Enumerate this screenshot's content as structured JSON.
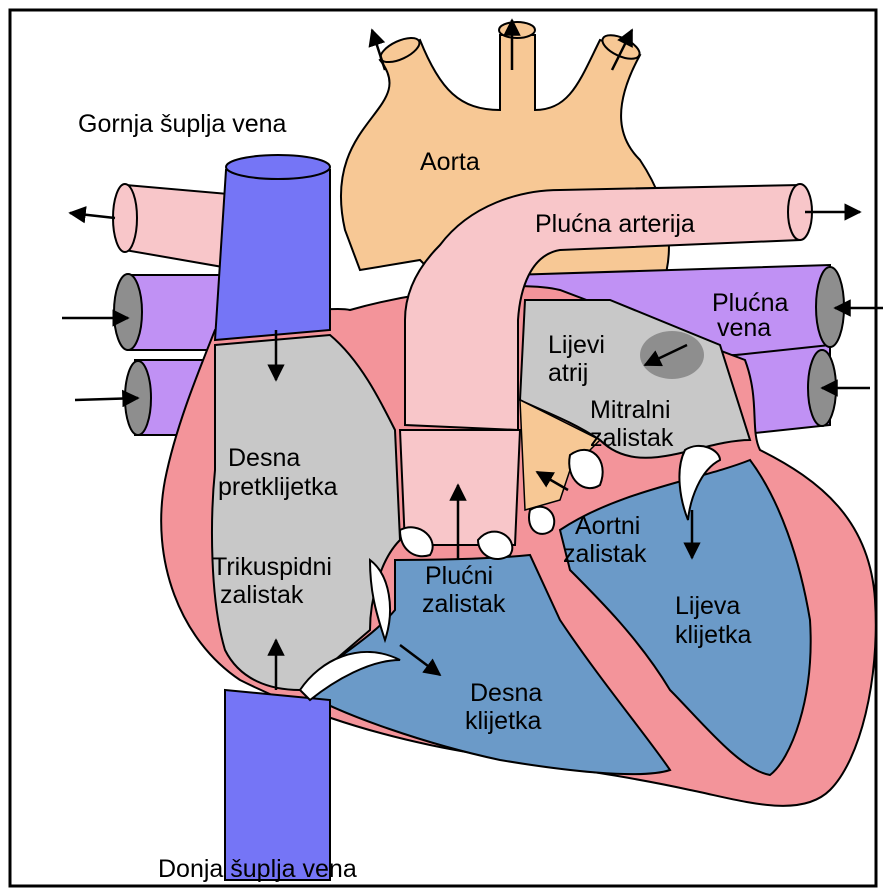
{
  "labels": {
    "svc": "Gornja šuplja vena",
    "aorta": "Aorta",
    "pa": "Plućna arterija",
    "pv_1": "Plućna",
    "pv_2": "vena",
    "la_1": "Lijevi",
    "la_2": "atrij",
    "mitral_1": "Mitralni",
    "mitral_2": "zalistak",
    "ra_1": "Desna",
    "ra_2": "pretklijetka",
    "aortic_1": "Aortni",
    "aortic_2": "zalistak",
    "tric_1": "Trikuspidni",
    "tric_2": "zalistak",
    "pulm_1": "Plućni",
    "pulm_2": "zalistak",
    "lv_1": "Lijeva",
    "lv_2": "klijetka",
    "rv_1": "Desna",
    "rv_2": "klijetka",
    "ivc": "Donja šuplja vena"
  },
  "colors": {
    "myocardium": "#f3949a",
    "aorta": "#f7c895",
    "pulmonary_artery": "#f8c6c9",
    "vena_cava": "#7575f6",
    "pulmonary_veins": "#c091f4",
    "atrium": "#c8c8c8",
    "ventricle": "#6b9ac8",
    "valve": "#ffffff",
    "outline": "#000000"
  },
  "icons": {
    "arrow": "flow-arrow-icon",
    "vessel_opening": "vessel-opening-icon"
  }
}
